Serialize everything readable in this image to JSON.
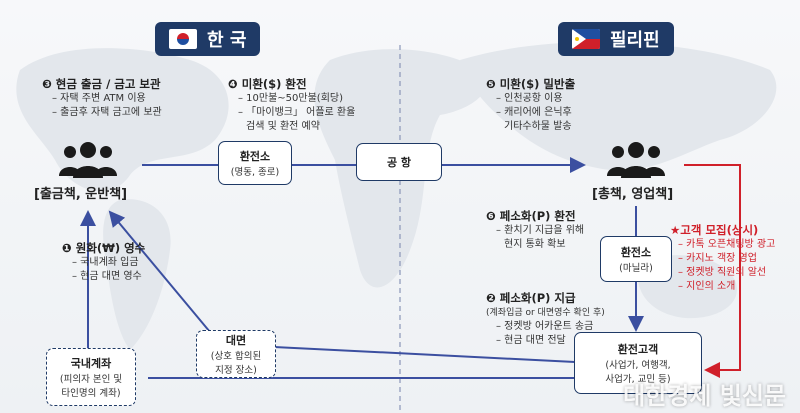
{
  "countries": {
    "korea": "한 국",
    "philippines": "필리핀"
  },
  "korea_steps": {
    "step3": {
      "title": "❸ 현금 출금 / 금고 보관",
      "items": [
        "– 자택 주변 ATM 이용",
        "– 출금후 자택 금고에 보관"
      ]
    },
    "step4": {
      "title": "❹ 미환($) 환전",
      "items": [
        "– 10만불~50만불(회당)",
        "– 「마이뱅크」 어플로 환율",
        "검색 및 환전 예약"
      ]
    },
    "step1": {
      "title": "❶ 원화(₩) 영수",
      "items": [
        "– 국내계좌 입금",
        "– 현금 대면 영수"
      ]
    }
  },
  "philippines_steps": {
    "step5": {
      "title": "❺ 미환($) 밀반출",
      "items": [
        "– 인천공항 이용",
        "– 캐리어에 은닉후",
        "기타수하물 발송"
      ]
    },
    "step6": {
      "title": "❻ 페소화(P) 환전",
      "items": [
        "– 환치기 지급을 위해",
        "현지 통화 확보"
      ]
    },
    "step2": {
      "title": "❷ 페소화(P) 지급",
      "items": [
        "(계좌입금 or 대면영수 확인 후)",
        "– 정켓방 어카운트 송금",
        "– 현금 대면 전달"
      ]
    },
    "recruit": {
      "title": "★고객 모집(상시)",
      "items": [
        "– 카톡 오픈채팅방 광고",
        "– 카지노 객장 영업",
        "– 정켓방 직원의 알선",
        "– 지인의 소개"
      ]
    }
  },
  "entities": {
    "korea_person": "[출금책, 운반책]",
    "ph_person": "[총책, 영업책]"
  },
  "boxes": {
    "exchange_kr": {
      "title": "환전소",
      "sub": "(명동, 종로)"
    },
    "airport": {
      "title": "공 항"
    },
    "exchange_ph": {
      "title": "환전소",
      "sub": "(마닐라)"
    },
    "meet": {
      "title": "대면",
      "sub": [
        "(상호 합의된",
        "지정 장소)"
      ]
    },
    "domestic": {
      "title": "국내계좌",
      "sub": [
        "(피의자 본인 및",
        "타인명의 계좌)"
      ]
    },
    "customer": {
      "title": "환전고객",
      "sub": [
        "(사업가, 여행객,",
        "사업가, 교민 등)"
      ]
    }
  },
  "watermark": "대한경제 빛신문",
  "colors": {
    "navy": "#1f3a66",
    "red": "#d0202a",
    "arrow": "#3b4fa0"
  }
}
